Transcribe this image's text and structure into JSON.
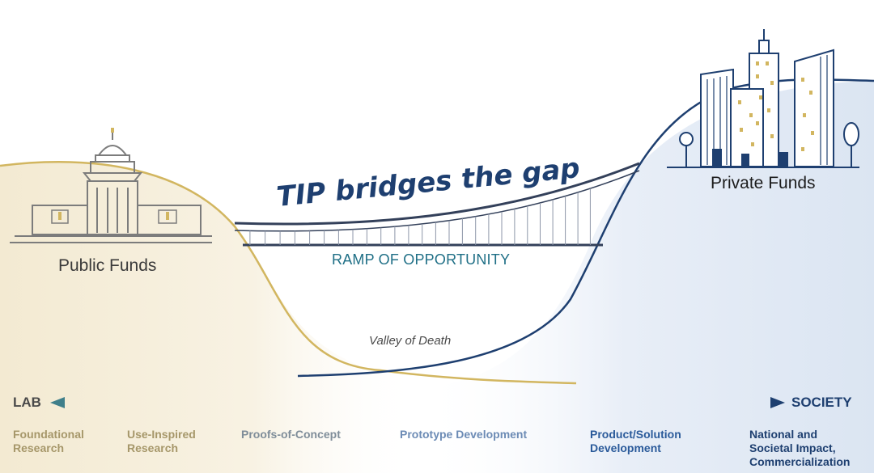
{
  "title": "TIP bridges the gap",
  "bridge_label": "RAMP OF OPPORTUNITY",
  "valley_label": "Valley of Death",
  "left_funds_label": "Public Funds",
  "right_funds_label": "Private Funds",
  "axis": {
    "left_label": "LAB",
    "right_label": "SOCIETY"
  },
  "stages": [
    {
      "line1": "Foundational",
      "line2": "Research",
      "line3": ""
    },
    {
      "line1": "Use-Inspired",
      "line2": "Research",
      "line3": ""
    },
    {
      "line1": "Proofs-of-Concept",
      "line2": "",
      "line3": ""
    },
    {
      "line1": "Prototype Development",
      "line2": "",
      "line3": ""
    },
    {
      "line1": "Product/Solution",
      "line2": "Development",
      "line3": ""
    },
    {
      "line1": "National and",
      "line2": "Societal Impact,",
      "line3": "Commercialization"
    }
  ],
  "colors": {
    "gold": "#d2b660",
    "navy": "#1e3f70",
    "teal": "#1f6f86",
    "bridge": "#33405a"
  },
  "icons": {
    "left": "capitol-building-icon",
    "right": "city-skyline-icon"
  }
}
